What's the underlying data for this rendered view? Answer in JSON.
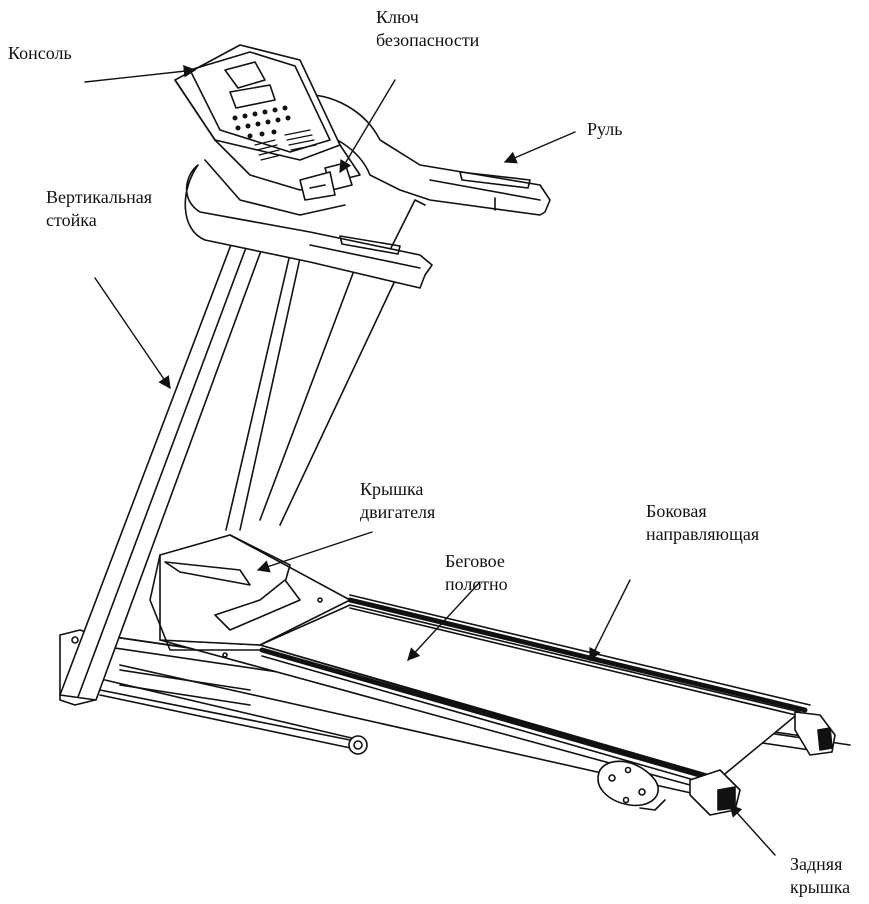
{
  "labels": {
    "console": {
      "text": "Консоль"
    },
    "safety_key": {
      "lines": [
        "Ключ",
        "безопасности"
      ]
    },
    "handlebar": {
      "text": "Руль"
    },
    "upright": {
      "lines": [
        "Вертикальная",
        "стойка"
      ]
    },
    "motor_cover": {
      "lines": [
        "Крышка",
        "двигателя"
      ]
    },
    "side_rail": {
      "lines": [
        "Боковая",
        "направляющая"
      ]
    },
    "running_belt": {
      "lines": [
        "Беговое",
        "полотно"
      ]
    },
    "rear_cover": {
      "lines": [
        "Задняя",
        "крышка"
      ]
    }
  },
  "colors": {
    "ink": "#111111",
    "background": "#ffffff"
  }
}
